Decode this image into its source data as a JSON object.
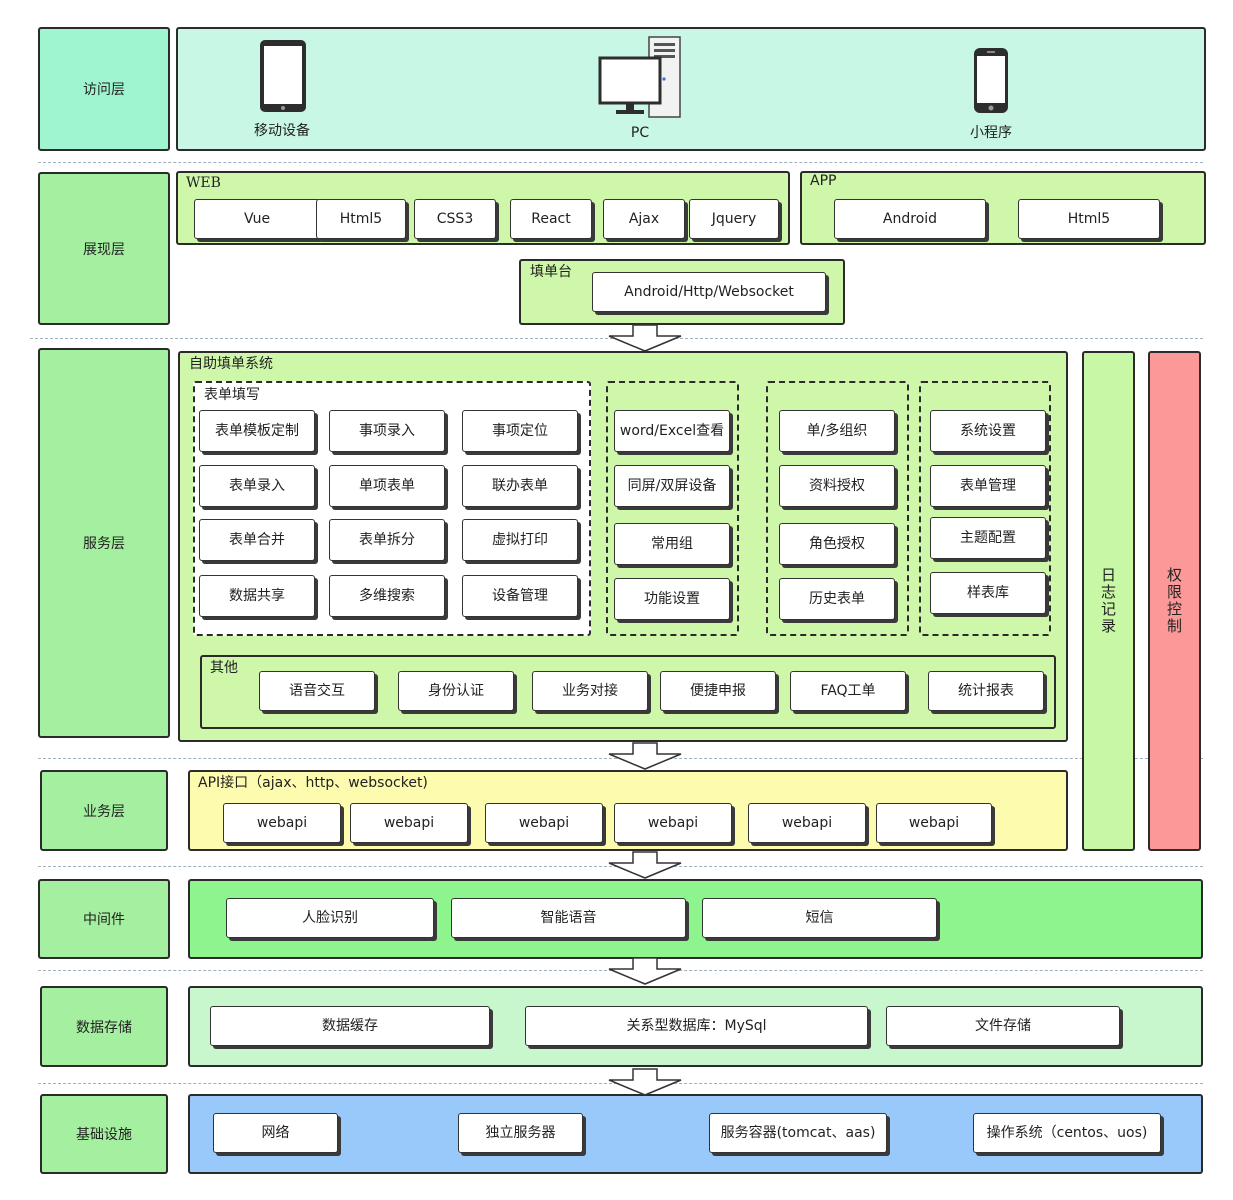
{
  "colors": {
    "access": "#c8f7e6",
    "access_label": "#9ef5cf",
    "green": "#cef7aa",
    "green_label": "#a5f0a0",
    "middleware": "#8ef58e",
    "yellow": "#fdfbad",
    "storage": "#c9f7cd",
    "infra": "#99c9fb",
    "log": "#c8f7a6",
    "perm": "#fb9999"
  },
  "layers": {
    "access": "访问层",
    "presentation": "展现层",
    "service": "服务层",
    "business": "业务层",
    "middleware": "中间件",
    "storage": "数据存储",
    "infra": "基础设施"
  },
  "access": {
    "devices": [
      {
        "icon": "tablet-icon",
        "label": "移动设备"
      },
      {
        "icon": "pc-icon",
        "label": "PC"
      },
      {
        "icon": "phone-icon",
        "label": "小程序"
      }
    ]
  },
  "presentation": {
    "web_title": "WEB",
    "web_items": [
      "Vue",
      "Html5",
      "CSS3",
      "React",
      "Ajax",
      "Jquery"
    ],
    "app_title": "APP",
    "app_items": [
      "Android",
      "Html5"
    ],
    "form_desk_title": "填单台",
    "form_desk_item": "Android/Http/Websocket"
  },
  "service": {
    "title": "自助填单系统",
    "form_fill_title": "表单填写",
    "form_fill_items": [
      "表单模板定制",
      "事项录入",
      "事项定位",
      "表单录入",
      "单项表单",
      "联办表单",
      "表单合并",
      "表单拆分",
      "虚拟打印",
      "数据共享",
      "多维搜索",
      "设备管理"
    ],
    "group2": [
      "word/Excel查看",
      "同屏/双屏设备",
      "常用组",
      "功能设置"
    ],
    "group3": [
      "单/多组织",
      "资料授权",
      "角色授权",
      "历史表单"
    ],
    "group4": [
      "系统设置",
      "表单管理",
      "主题配置",
      "样表库"
    ],
    "other_title": "其他",
    "other_items": [
      "语音交互",
      "身份认证",
      "业务对接",
      "便捷申报",
      "FAQ工单",
      "统计报表"
    ]
  },
  "side": {
    "log": [
      "日",
      "志",
      "记",
      "录"
    ],
    "perm": [
      "权",
      "限",
      "控",
      "制"
    ]
  },
  "business": {
    "title": "API接口（ajax、http、websocket)",
    "items": [
      "webapi",
      "webapi",
      "webapi",
      "webapi",
      "webapi",
      "webapi"
    ]
  },
  "middleware": {
    "items": [
      "人脸识别",
      "智能语音",
      "短信"
    ]
  },
  "storage": {
    "items": [
      "数据缓存",
      "关系型数据库：MySql",
      "文件存储"
    ]
  },
  "infra": {
    "items": [
      "网络",
      "独立服务器",
      "服务容器(tomcat、aas)",
      "操作系统（centos、uos)"
    ]
  }
}
